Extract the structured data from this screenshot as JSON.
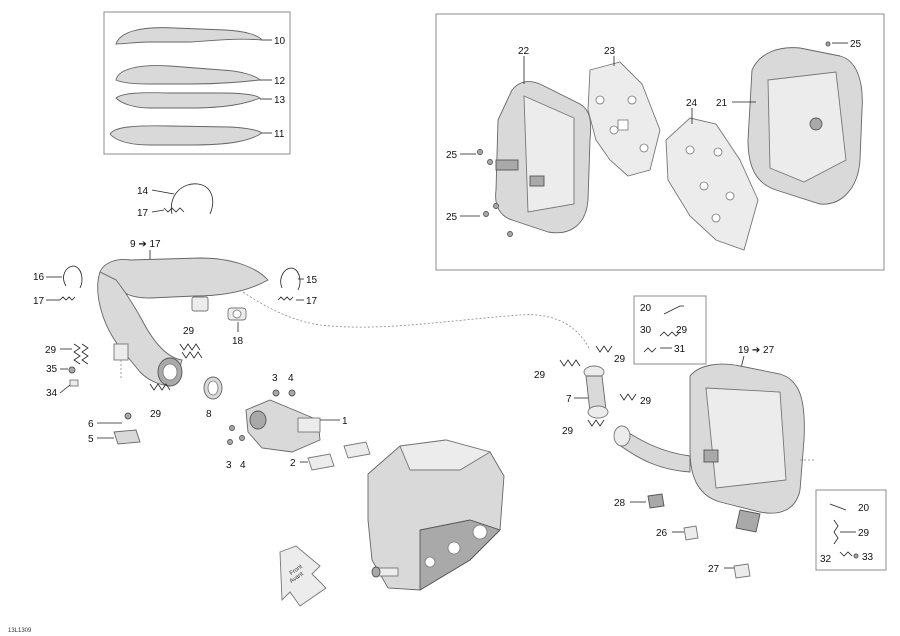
{
  "figure_id": "13L1309",
  "front_arrow": {
    "line1": "Front",
    "line2": "Avant"
  },
  "callouts": {
    "c10": "10",
    "c12": "12",
    "c13": "13",
    "c11": "11",
    "c14": "14",
    "c17a": "17",
    "c9_17": "9 ➔ 17",
    "c16": "16",
    "c17b": "17",
    "c15": "15",
    "c17c": "17",
    "c18": "18",
    "c29a": "29",
    "c29b": "29",
    "c29c": "29",
    "c35": "35",
    "c34": "34",
    "c6": "6",
    "c5": "5",
    "c8": "8",
    "c3a": "3",
    "c4a": "4",
    "c3b": "3",
    "c4b": "4",
    "c1": "1",
    "c2": "2",
    "c22": "22",
    "c23": "23",
    "c24": "24",
    "c21": "21",
    "c25a": "25",
    "c25b": "25",
    "c25c": "25",
    "c20a": "20",
    "c30": "30",
    "c29d": "29",
    "c31": "31",
    "c19_27": "19 ➔ 27",
    "c29e": "29",
    "c29f": "29",
    "c29g": "29",
    "c29h": "29",
    "c7": "7",
    "c28": "28",
    "c26": "26",
    "c27": "27",
    "c20b": "20",
    "c29i": "29",
    "c32": "32",
    "c33": "33"
  }
}
